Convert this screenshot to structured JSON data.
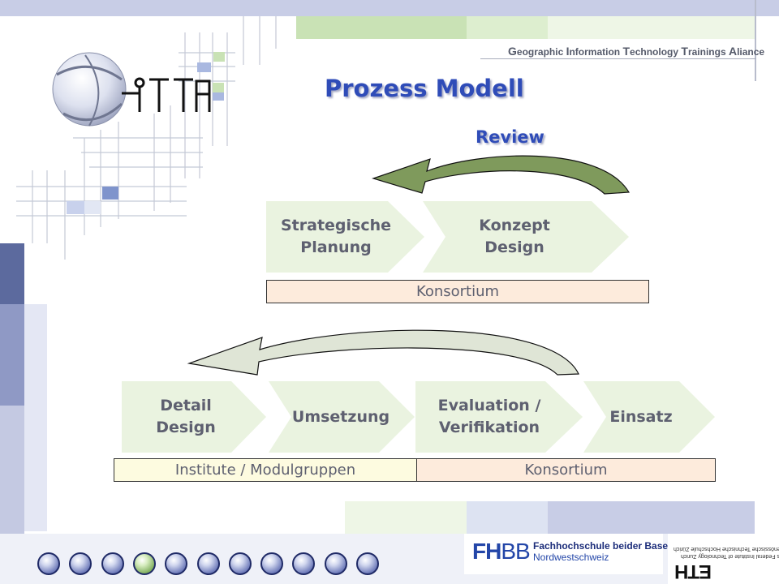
{
  "header": {
    "tagline_parts": [
      {
        "cap": "G",
        "rest": "eographic "
      },
      {
        "cap": "I",
        "rest": "nformation "
      },
      {
        "cap": "T",
        "rest": "echnology "
      },
      {
        "cap": "T",
        "rest": "rainings "
      },
      {
        "cap": "A",
        "rest": "liance"
      }
    ],
    "logo_text": "GITTA"
  },
  "slide": {
    "title": "Prozess Modell",
    "review_label": "Review"
  },
  "process": {
    "top_steps": [
      {
        "line1": "Strategische",
        "line2": "Planung"
      },
      {
        "line1": "Konzept",
        "line2": "Design"
      }
    ],
    "top_bar": "Konsortium",
    "bottom_steps": [
      {
        "line1": "Detail",
        "line2": "Design"
      },
      {
        "line1": "Umsetzung",
        "line2": ""
      },
      {
        "line1": "Evaluation /",
        "line2": "Verifikation"
      },
      {
        "line1": "Einsatz",
        "line2": ""
      }
    ],
    "bottom_bars": [
      "Institute / Modulgruppen",
      "Konsortium"
    ]
  },
  "colors": {
    "title": "#2f4cb8",
    "chevron_fill": "#eaf3e0",
    "bar_institute": "#fdfbe0",
    "bar_konsortium": "#fdebdc",
    "review_arrow": "#7f9a5c",
    "bottom_arrow": "#dfe5d6",
    "nav_active": "#7fae5d",
    "nav_default": "#6b78b8"
  },
  "footer": {
    "fhbb_logo_bold": "FH",
    "fhbb_logo_rest": "BB",
    "fhbb_name": "Fachhochschule beider Basel",
    "fhbb_region": "Nordwestschweiz",
    "eth_line1": "Eidgenössische Technische Hochschule Zürich",
    "eth_line2": "Swiss Federal Institute of Technology Zurich",
    "eth_logo": "ETH",
    "nav_count": 11,
    "nav_active_index": 3
  }
}
